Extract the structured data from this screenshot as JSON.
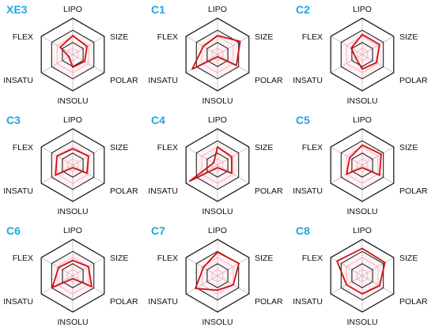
{
  "colors": {
    "title": "#1ea7e1",
    "data_line": "#cc1111",
    "outer_ring": "#222222",
    "inner_ring": "#f4a6b8",
    "spoke": "#c9b8bd",
    "plot_fill": "#fff2f5"
  },
  "chart_data": [
    {
      "type": "radar",
      "title": "XE3",
      "axes": [
        "LIPO",
        "SIZE",
        "POLAR",
        "INSOLU",
        "INSATU",
        "FLEX"
      ],
      "ylim": [
        0,
        1
      ],
      "rings": [
        0.33,
        0.67,
        1.0
      ],
      "values": [
        0.52,
        0.45,
        0.38,
        0.35,
        0.12,
        0.4
      ]
    },
    {
      "type": "radar",
      "title": "C1",
      "axes": [
        "LIPO",
        "SIZE",
        "POLAR",
        "INSOLU",
        "INSATU",
        "FLEX"
      ],
      "ylim": [
        0,
        1
      ],
      "rings": [
        0.33,
        0.67,
        1.0
      ],
      "values": [
        0.52,
        0.72,
        0.6,
        0.06,
        0.8,
        0.45
      ]
    },
    {
      "type": "radar",
      "title": "C2",
      "axes": [
        "LIPO",
        "SIZE",
        "POLAR",
        "INSOLU",
        "INSATU",
        "FLEX"
      ],
      "ylim": [
        0,
        1
      ],
      "rings": [
        0.33,
        0.67,
        1.0
      ],
      "values": [
        0.55,
        0.55,
        0.45,
        0.4,
        0.2,
        0.35
      ]
    },
    {
      "type": "radar",
      "title": "C3",
      "axes": [
        "LIPO",
        "SIZE",
        "POLAR",
        "INSOLU",
        "INSATU",
        "FLEX"
      ],
      "ylim": [
        0,
        1
      ],
      "rings": [
        0.33,
        0.67,
        1.0
      ],
      "values": [
        0.45,
        0.5,
        0.45,
        0.07,
        0.55,
        0.5
      ]
    },
    {
      "type": "radar",
      "title": "C4",
      "axes": [
        "LIPO",
        "SIZE",
        "POLAR",
        "INSOLU",
        "INSATU",
        "FLEX"
      ],
      "ylim": [
        0,
        1
      ],
      "rings": [
        0.33,
        0.67,
        1.0
      ],
      "values": [
        0.5,
        0.45,
        0.45,
        0.07,
        0.88,
        0.12
      ]
    },
    {
      "type": "radar",
      "title": "C5",
      "axes": [
        "LIPO",
        "SIZE",
        "POLAR",
        "INSOLU",
        "INSATU",
        "FLEX"
      ],
      "ylim": [
        0,
        1
      ],
      "rings": [
        0.33,
        0.67,
        1.0
      ],
      "values": [
        0.55,
        0.6,
        0.55,
        0.07,
        0.5,
        0.4
      ]
    },
    {
      "type": "radar",
      "title": "C6",
      "axes": [
        "LIPO",
        "SIZE",
        "POLAR",
        "INSOLU",
        "INSATU",
        "FLEX"
      ],
      "ylim": [
        0,
        1
      ],
      "rings": [
        0.33,
        0.67,
        1.0
      ],
      "values": [
        0.42,
        0.5,
        0.6,
        0.08,
        0.65,
        0.45
      ]
    },
    {
      "type": "radar",
      "title": "C7",
      "axes": [
        "LIPO",
        "SIZE",
        "POLAR",
        "INSOLU",
        "INSATU",
        "FLEX"
      ],
      "ylim": [
        0,
        1
      ],
      "rings": [
        0.33,
        0.67,
        1.0
      ],
      "values": [
        0.65,
        0.68,
        0.5,
        0.4,
        0.7,
        0.45
      ]
    },
    {
      "type": "radar",
      "title": "C8",
      "axes": [
        "LIPO",
        "SIZE",
        "POLAR",
        "INSOLU",
        "INSATU",
        "FLEX"
      ],
      "ylim": [
        0,
        1
      ],
      "rings": [
        0.33,
        0.67,
        1.0
      ],
      "values": [
        0.75,
        0.72,
        0.55,
        0.5,
        0.5,
        0.8
      ]
    }
  ]
}
